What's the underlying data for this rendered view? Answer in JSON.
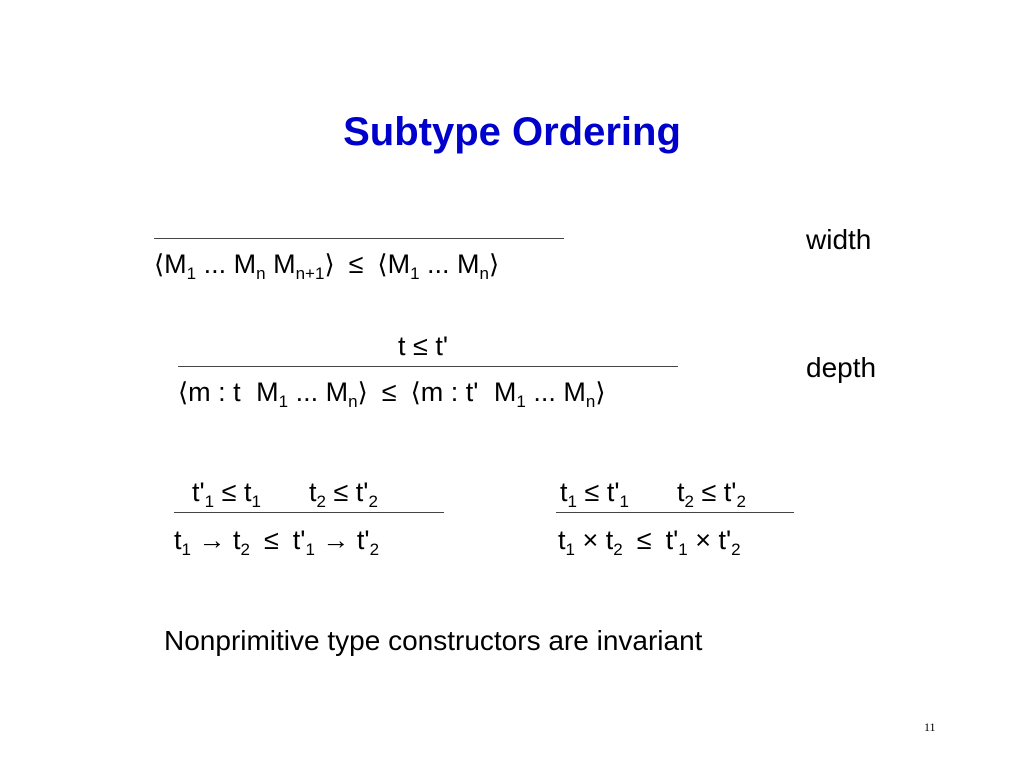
{
  "title": "Subtype Ordering",
  "rules": {
    "width": {
      "label": "width",
      "conclusion_left": "⟨M1 ... Mn Mn+1⟩",
      "relation": "≤",
      "conclusion_right": "⟨M1 ... Mn⟩"
    },
    "depth": {
      "label": "depth",
      "premise": "t ≤ t'",
      "conclusion_left": "⟨m : t  M1 ... Mn⟩",
      "relation": "≤",
      "conclusion_right": "⟨m : t'  M1 ... Mn⟩"
    },
    "arrow": {
      "premise_1": "t'1 ≤ t1",
      "premise_2": "t2 ≤ t'2",
      "conclusion_left": "t1 → t2",
      "relation": "≤",
      "conclusion_right": "t'1 → t'2"
    },
    "product": {
      "premise_1": "t1 ≤ t'1",
      "premise_2": "t2 ≤ t'2",
      "conclusion_left": "t1 × t2",
      "relation": "≤",
      "conclusion_right": "t'1 × t'2"
    }
  },
  "note": "Nonprimitive type constructors are invariant",
  "page_number": "11"
}
